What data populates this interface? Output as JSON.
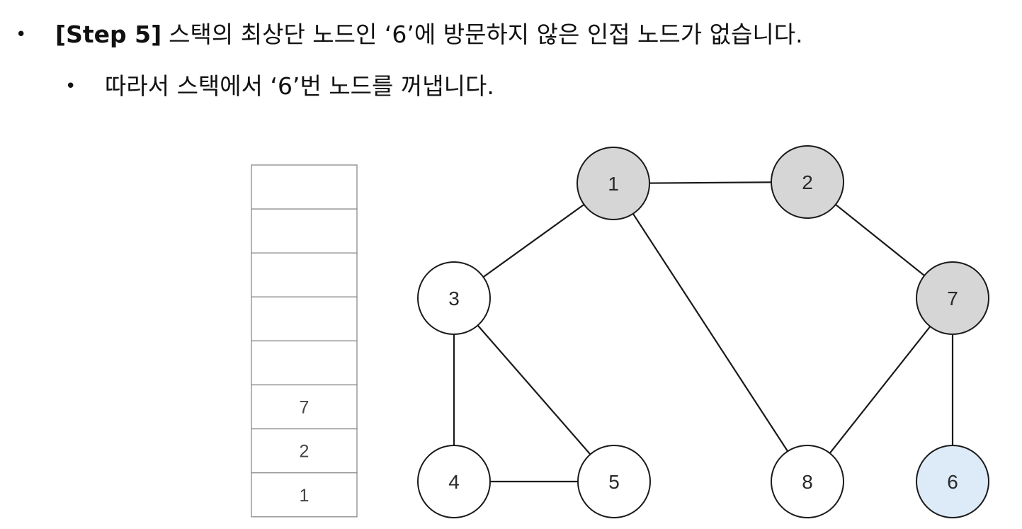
{
  "bullets": {
    "line1_step": "[Step 5]",
    "line1_text": "스택의 최상단 노드인 ‘6’에 방문하지 않은 인접 노드가 없습니다.",
    "line2_text": "따라서 스택에서 ‘6’번 노드를 꺼냅니다."
  },
  "stack": {
    "slots": [
      "",
      "",
      "",
      "",
      "",
      "7",
      "2",
      "1"
    ]
  },
  "graph": {
    "nodes": [
      {
        "label": "1",
        "state": "visited"
      },
      {
        "label": "2",
        "state": "visited"
      },
      {
        "label": "3",
        "state": "unvisited"
      },
      {
        "label": "7",
        "state": "visited"
      },
      {
        "label": "4",
        "state": "unvisited"
      },
      {
        "label": "5",
        "state": "unvisited"
      },
      {
        "label": "8",
        "state": "unvisited"
      },
      {
        "label": "6",
        "state": "current"
      }
    ],
    "edges": [
      [
        "1",
        "2"
      ],
      [
        "1",
        "3"
      ],
      [
        "1",
        "8"
      ],
      [
        "2",
        "7"
      ],
      [
        "3",
        "4"
      ],
      [
        "3",
        "5"
      ],
      [
        "4",
        "5"
      ],
      [
        "7",
        "8"
      ],
      [
        "7",
        "6"
      ]
    ]
  },
  "colors": {
    "visited": "#d6d6d6",
    "unvisited": "#ffffff",
    "current": "#dcebf7",
    "stroke": "#1a1a1a",
    "stack_border": "#8a8a8a"
  }
}
